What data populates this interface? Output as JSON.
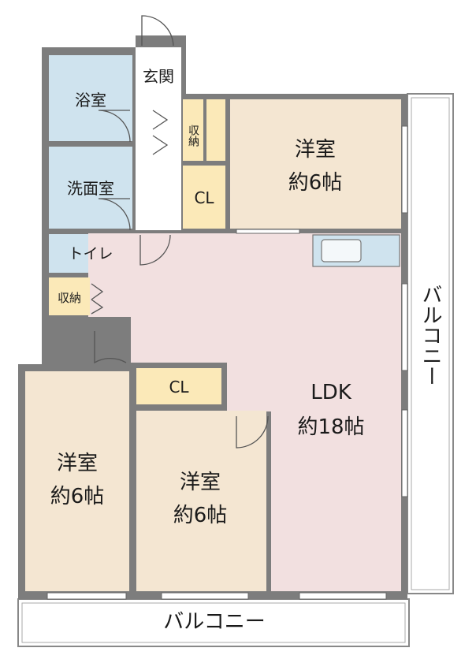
{
  "rooms": {
    "bath": "浴室",
    "entrance": "玄関",
    "washroom": "洗面室",
    "toilet": "トイレ",
    "storage_hall": "収納",
    "storage_small": "収納",
    "cl_upper": "CL",
    "cl_lower": "CL",
    "western_ne_name": "洋室",
    "western_ne_size": "約6帖",
    "western_sw_name": "洋室",
    "western_sw_size": "約6帖",
    "western_s_name": "洋室",
    "western_s_size": "約6帖",
    "ldk_name": "LDK",
    "ldk_size": "約18帖",
    "balcony_east": "バルコニー",
    "balcony_south": "バルコニー"
  },
  "colors": {
    "wall": "#7d7d7d",
    "wet_area": "#cfe3ee",
    "western_room": "#f4e6d2",
    "ldk": "#f2e0e0",
    "closet": "#fbe9b8",
    "balcony": "#ffffff"
  }
}
